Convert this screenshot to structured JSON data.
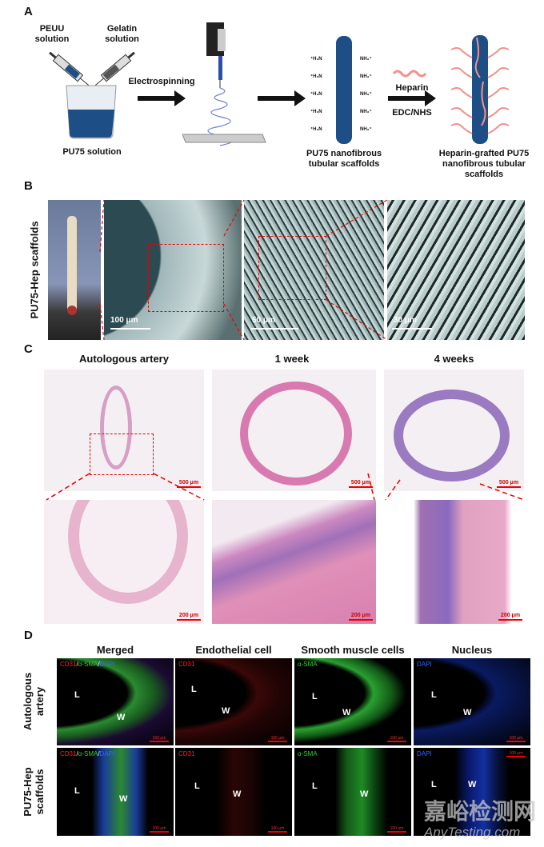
{
  "panelA": {
    "label": "A",
    "peuu": "PEUU solution",
    "gelatin": "Gelatin solution",
    "pu75": "PU75 solution",
    "electrospinning": "Electrospinning",
    "amine_left": "⁺H₃N",
    "amine_right": "NH₃⁺",
    "heparin": "Heparin",
    "edc": "EDC/NHS",
    "scaffold": "PU75 nanofibrous tubular scaffolds",
    "grafted": "Heparin-grafted PU75 nanofibrous tubular scaffolds"
  },
  "panelB": {
    "label": "B",
    "side": "PU75-Hep scaffolds",
    "scales": [
      "100 μm",
      "50 μm",
      "30 μm"
    ]
  },
  "panelC": {
    "label": "C",
    "cols": [
      "Autologous artery",
      "1 week",
      "4 weeks"
    ],
    "scale_top": "500 μm",
    "scale_bottom": "200 μm"
  },
  "panelD": {
    "label": "D",
    "cols": [
      "Merged",
      "Endothelial cell",
      "Smooth muscle cells",
      "Nucleus"
    ],
    "rows": [
      "Autologous artery",
      "PU75-Hep scaffolds"
    ],
    "stain_cd31": "CD31",
    "stain_sma": "α-SMA",
    "stain_dapi": "DAPI",
    "sep": "/",
    "L": "L",
    "W": "W",
    "scale": "100 μm"
  },
  "watermark": {
    "cn": "嘉峪检测网",
    "en": "AnyTesting.com"
  },
  "colors": {
    "scaffold": "#1d4f86",
    "heparin": "#f0928c",
    "red": "#e00000"
  }
}
